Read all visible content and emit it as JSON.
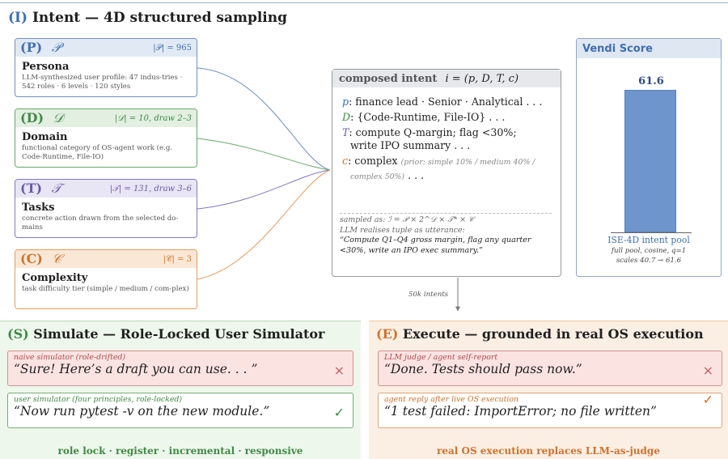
{
  "header": {
    "num": "(I)",
    "title": "Intent — 4D structured sampling"
  },
  "cards": {
    "persona": {
      "tag": "(P)",
      "sym": "𝒫",
      "count": "|𝒫| = 965",
      "name": "Persona",
      "desc": "LLM-synthesized user profile:  47 indus-tries · 542 roles · 6 levels · 120 styles"
    },
    "domain": {
      "tag": "(D)",
      "sym": "𝒟",
      "count": "|𝒟| = 10, draw 2–3",
      "name": "Domain",
      "desc": "functional category of OS-agent work (e.g. Code-Runtime, File-IO)"
    },
    "tasks": {
      "tag": "(T)",
      "sym": "𝒯",
      "count": "|𝒯| = 131, draw 3–6",
      "name": "Tasks",
      "desc": "concrete action drawn from the selected do-mains"
    },
    "complexity": {
      "tag": "(C)",
      "sym": "𝒞",
      "count": "|𝒞| = 3",
      "name": "Complexity",
      "desc": "task difficulty tier (simple / medium / com-plex)"
    }
  },
  "composed": {
    "title": "composed intent",
    "formula": "i = (p, D, T, c)",
    "p_label": "p",
    "p_value": ": finance lead · Senior · Analytical . . .",
    "d_label": "D",
    "d_value": ": {Code-Runtime, File-IO} . . .",
    "t_label": "T",
    "t_value": ": compute  Q-margin;  flag  <30%;",
    "t_value2": "write IPO summary . . .",
    "c_label": "c",
    "c_value": ": complex",
    "c_prior": "(prior: simple 10% / medium 40% /",
    "c_prior2": "complex 50%)",
    "c_tail": ". . .",
    "sampled": "sampled as: ℐ = 𝒫 × 2^𝒟 × 𝒯* × 𝒞",
    "realise": "LLM realises tuple as utterance:",
    "quote1": "“Compute Q1–Q4 gross margin, flag any quarter",
    "quote2": "<30%, write an IPO exec summary.”"
  },
  "vendi": {
    "title": "Vendi Score",
    "value": "61.6",
    "label": "ISE-4D intent pool",
    "note1": "full pool, cosine, q=1",
    "note2": "scales 40.7 → 61.6"
  },
  "flow_label": "50k intents",
  "simulate": {
    "num": "(S)",
    "title": "Simulate — Role-Locked User Simulator",
    "bad_tag": "naive simulator (role-drifted)",
    "bad_quote": "“Sure! Here’s a draft you can use. . . ”",
    "good_tag": "user simulator (four principles, role-locked)",
    "good_quote": "“Now run pytest -v on the new module.”",
    "footer": "role lock · register · incremental · responsive"
  },
  "execute": {
    "num": "(E)",
    "title": "Execute — grounded in real OS execution",
    "bad_tag": "LLM judge / agent self-report",
    "bad_quote": "“Done. Tests should pass now.”",
    "good_tag": "agent reply after live OS execution",
    "good_quote": "“1 test failed: ImportError; no file written”",
    "footer": "real OS execution replaces LLM-as-judge"
  },
  "colors": {
    "persona": "#3f6fb2",
    "domain": "#3f8a45",
    "tasks": "#6a5aa9",
    "complexity": "#d1722b",
    "simulate": "#3f8a45",
    "execute": "#d1722b",
    "bad": "#c25555"
  },
  "icons": {
    "bad": "×",
    "good": "✓"
  }
}
